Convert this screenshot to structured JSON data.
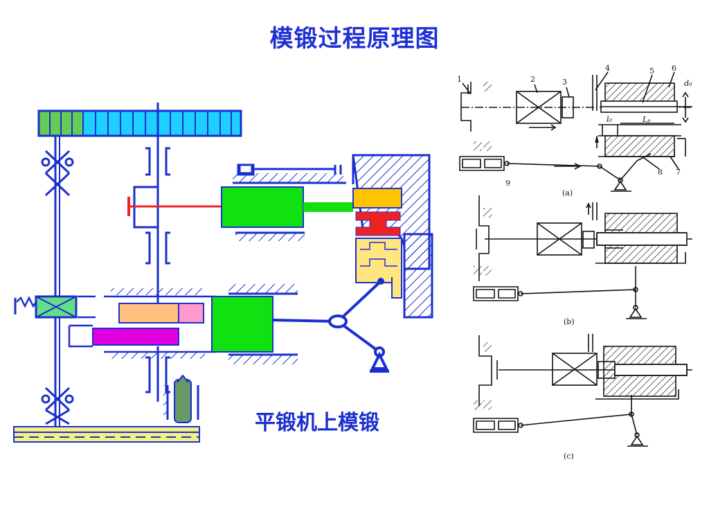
{
  "page_title": "模锻过程原理图",
  "left_diagram": {
    "caption": "平锻机上模锻"
  },
  "right_diagrams": {
    "labels": {
      "n1": "1",
      "n2": "2",
      "n3": "3",
      "n4": "4",
      "n5": "5",
      "n6": "6",
      "n7": "7",
      "n8": "8",
      "n9": "9"
    },
    "dims": {
      "d0": "d₀",
      "l0": "l₀",
      "lp": "Lₚ"
    },
    "captions": {
      "a": "(a)",
      "b": "(b)",
      "c": "(c)"
    }
  },
  "colors": {
    "title": "#1f2fd6",
    "outline": "#1a2fd0",
    "gear_blue": "#1ed0ff",
    "gear_green": "#66cc55",
    "ram_green": "#11e011",
    "yellow": "#ffc400",
    "red": "#ee2222",
    "pink": "#ff99cc",
    "magenta": "#e000e0",
    "orange": "#ffc080"
  }
}
